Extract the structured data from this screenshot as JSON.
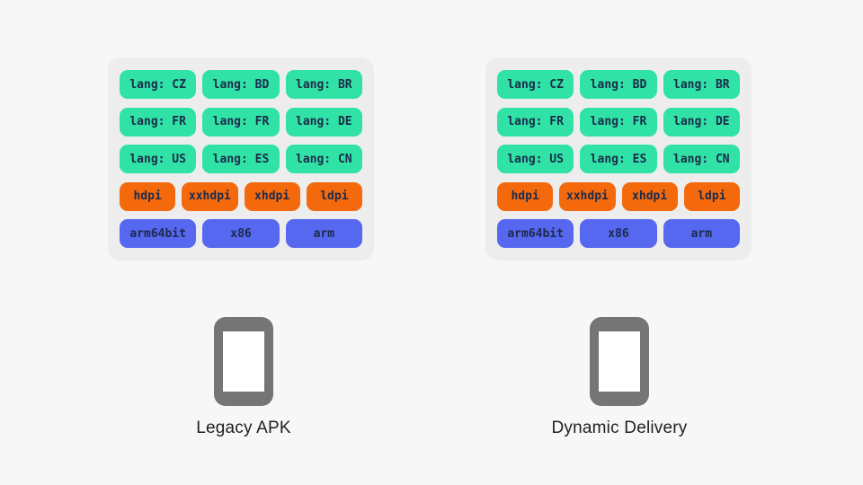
{
  "colors": {
    "page_bg": "#f7f7f7",
    "panel_bg": "#ededed",
    "green": "#30e2a6",
    "orange": "#f5690d",
    "blue": "#5667f0",
    "chip_text": "#1c2b4a",
    "phone_gray": "#757575",
    "label_text": "#202124"
  },
  "panels": [
    {
      "label": "Legacy APK",
      "rows": [
        {
          "type": "language",
          "chips": [
            "lang: CZ",
            "lang: BD",
            "lang: BR"
          ]
        },
        {
          "type": "language",
          "chips": [
            "lang: FR",
            "lang: FR",
            "lang: DE"
          ]
        },
        {
          "type": "language",
          "chips": [
            "lang: US",
            "lang: ES",
            "lang: CN"
          ]
        },
        {
          "type": "density",
          "chips": [
            "hdpi",
            "xxhdpi",
            "xhdpi",
            "ldpi"
          ]
        },
        {
          "type": "abi",
          "chips": [
            "arm64bit",
            "x86",
            "arm"
          ]
        }
      ]
    },
    {
      "label": "Dynamic Delivery",
      "rows": [
        {
          "type": "language",
          "chips": [
            "lang: CZ",
            "lang: BD",
            "lang: BR"
          ]
        },
        {
          "type": "language",
          "chips": [
            "lang: FR",
            "lang: FR",
            "lang: DE"
          ]
        },
        {
          "type": "language",
          "chips": [
            "lang: US",
            "lang: ES",
            "lang: CN"
          ]
        },
        {
          "type": "density",
          "chips": [
            "hdpi",
            "xxhdpi",
            "xhdpi",
            "ldpi"
          ]
        },
        {
          "type": "abi",
          "chips": [
            "arm64bit",
            "x86",
            "arm"
          ]
        }
      ]
    }
  ]
}
